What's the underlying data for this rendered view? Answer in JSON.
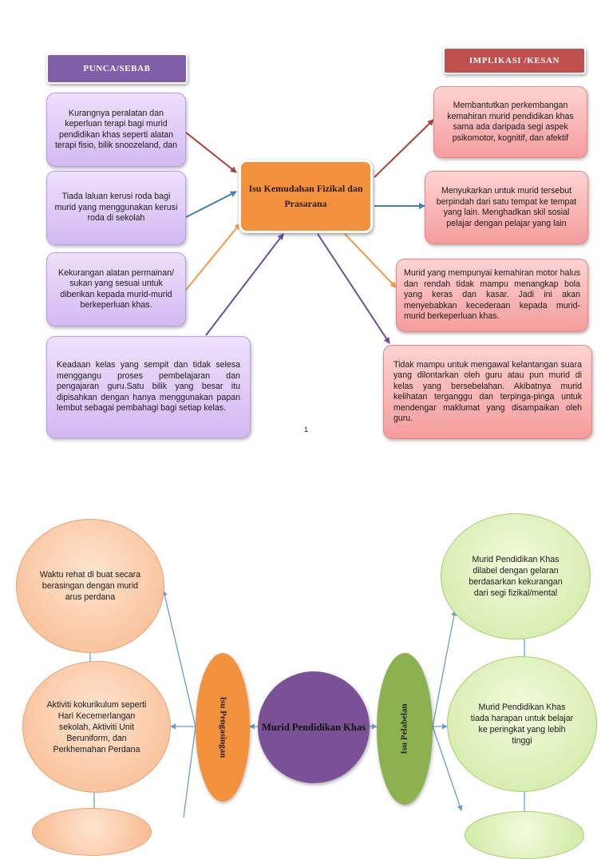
{
  "page1": {
    "left_header": "PUNCA/SEBAB",
    "right_header": "IMPLIKASI /KESAN",
    "center_title": "Isu Kemudahan Fizikal dan Prasarana",
    "causes": [
      "Kurangnya peralatan dan keperluan terapi bagi murid pendidikan khas seperti alatan terapi fisio, bilik snoozeland, dan",
      "Tiada laluan kerusi roda bagi murid yang menggunakan kerusi roda di sekolah",
      "Kekurangan alatan permainan/ sukan yang sesuai untuk diberikan kepada murid-murid berkeperluan khas.",
      "Keadaan kelas yang sempit dan tidak selesa menggangu proses pembelajaran dan pengajaran guru.Satu bilik yang besar itu dipisahkan dengan hanya menggunakan papan lembut sebagai pembahagi bagi setiap kelas."
    ],
    "effects": [
      "Membantutkan perkembangan kemahiran murid pendidikan khas sama ada daripada segi aspek psikomotor, kognitif, dan afektif",
      "Menyukarkan untuk murid tersebut berpindah dari satu tempat ke tempat yang lain. Menghadkan skil sosial pelajar dengan pelajar yang lain",
      "Murid yang mempunyai kemahiran motor halus dan rendah tidak mampu menangkap bola yang keras dan kasar. Jadi ini akan menyebabkan kecederaan kepada murid-murid berkeperluan khas.",
      "Tidak mampu untuk mengawal kelantangan suara yang dilontarkan oleh guru atau pun murid di kelas yang bersebelahan. Akibatnya murid kelihatan terganggu dan terpinga-pinga untuk mendengar maklumat yang disampaikan oleh guru."
    ],
    "page_number": "1",
    "colors": {
      "header_left": "#7e5fa8",
      "header_right": "#c0504d",
      "center": "#f3913d",
      "arrows": [
        "#a5433f",
        "#3f7fbf",
        "#f2994a",
        "#6a4fa0"
      ]
    }
  },
  "page2": {
    "center_title": "Murid Pendidikan Khas",
    "left_issue": "Isu Pengasingan",
    "right_issue": "Isu Pelabelan",
    "left_points": [
      "Waktu rehat di buat secara berasingan dengan murid arus perdana",
      "Aktiviti kokurikulum seperti Hari Kecemerlangan sekolah, Aktiviti Unit Beruniform, dan Perkhemahan Perdana"
    ],
    "right_points": [
      "Murid Pendidikan Khas dilabel dengan gelaran berdasarkan kekurangan dari segi fizikal/mental",
      "Murid Pendidikan Khas tiada harapan untuk belajar ke peringkat yang lebih tinggi"
    ],
    "colors": {
      "center": "#7a5196",
      "left_issue": "#f3913d",
      "right_issue": "#8db050",
      "connectors": "#6b9bd1"
    }
  }
}
